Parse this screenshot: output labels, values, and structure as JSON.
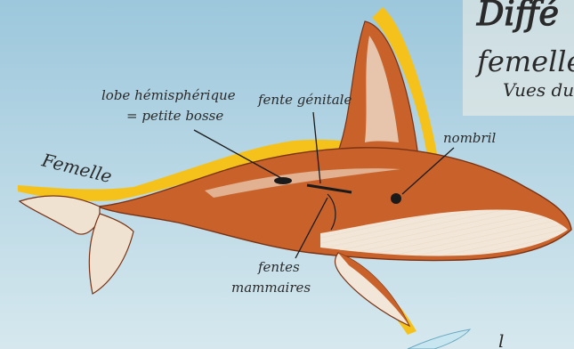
{
  "title": {
    "line1": "Diffé",
    "line2": "femelle",
    "line3": "Vues du"
  },
  "labels": {
    "subject": "Femelle",
    "lobe_line1": "lobe hémisphérique",
    "lobe_line2": "= petite bosse",
    "genital": "fente génitale",
    "navel": "nombril",
    "mammary_line1": "fentes",
    "mammary_line2": "mammaires",
    "corner_text": "l"
  },
  "colors": {
    "sky_top": "#9cc7dc",
    "sky_bottom": "#d6e8ee",
    "whale_body": "#c8622a",
    "whale_belly": "#f2e6d8",
    "highlight": "#f5c21b",
    "ink": "#2a2a2a"
  }
}
